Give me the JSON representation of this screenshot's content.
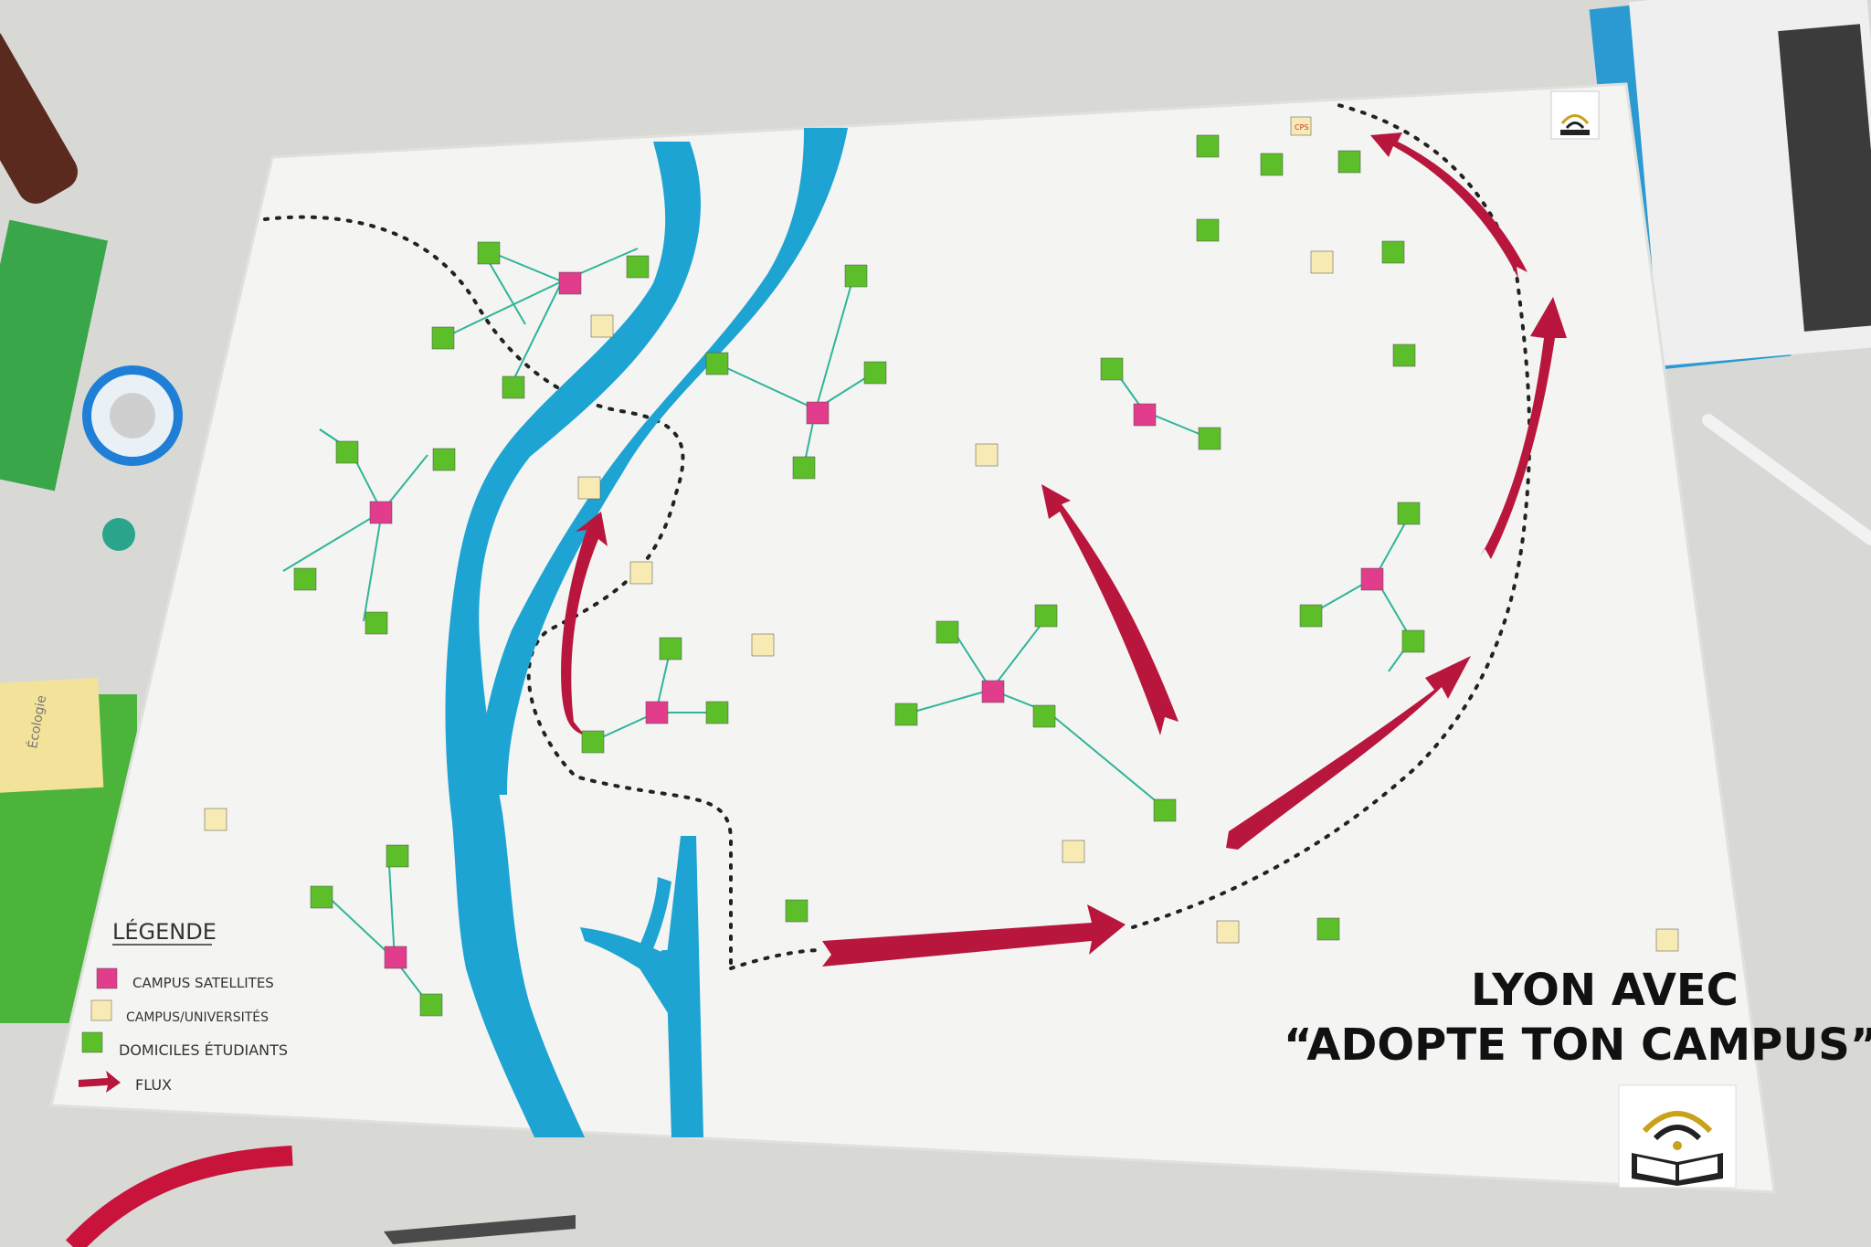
{
  "map": {
    "title_line1": "LYON AVEC",
    "title_line2": "“ADOPTE TON CAMPUS”",
    "small_label": "CPS",
    "colors": {
      "river": "#1da4d3",
      "string": "#2fb59a",
      "arrow": "#b8163d",
      "satellite": "#e23d8c",
      "campus": "#f8eab3",
      "home": "#5cbf2a",
      "board": "#f6f6f4",
      "desk": "#d9d9d6"
    },
    "legend": {
      "title": "LÉGENDE",
      "items": [
        {
          "label": "CAMPUS SATELLITES",
          "kind": "satellite"
        },
        {
          "label": "CAMPUS/UNIVERSITÉS",
          "kind": "campus"
        },
        {
          "label": "DOMICILES ÉTUDIANTS",
          "kind": "home"
        },
        {
          "label": "FLUX",
          "kind": "arrow"
        }
      ]
    },
    "sticky_note_text": "Écologie",
    "icons": [
      "wifi-book-logo",
      "wifi-book-logo-small"
    ]
  }
}
